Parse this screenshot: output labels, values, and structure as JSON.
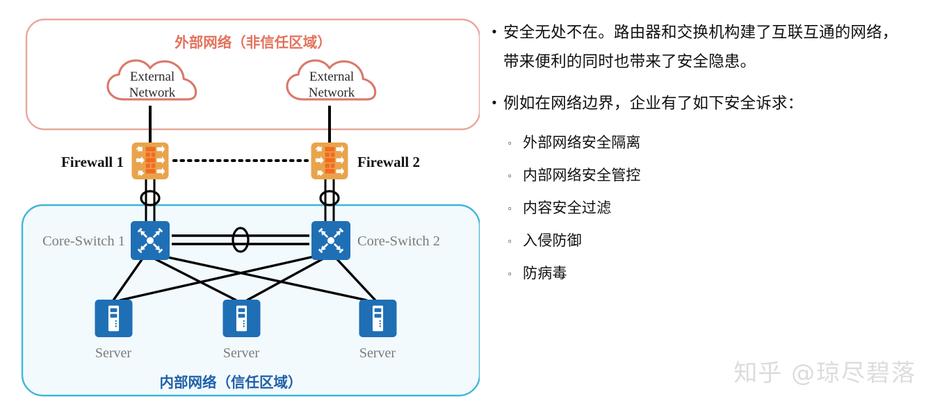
{
  "diagram": {
    "external_zone": {
      "title": "外部网络（非信任区域）",
      "border_color": "#e8a79c",
      "title_color": "#e2725b",
      "fill_color": "#ffffff"
    },
    "internal_zone": {
      "title": "内部网络（信任区域）",
      "border_color": "#3fb6d8",
      "title_color": "#1f5fa8",
      "fill_color": "#f2fafd"
    },
    "clouds": [
      {
        "line1": "External",
        "line2": "Network",
        "color": "#d9796b"
      },
      {
        "line1": "External",
        "line2": "Network",
        "color": "#d9796b"
      }
    ],
    "firewalls": [
      {
        "label": "Firewall 1",
        "color": "#e8a44c",
        "brick_color": "#f26a21"
      },
      {
        "label": "Firewall 2",
        "color": "#e8a44c",
        "brick_color": "#f26a21"
      }
    ],
    "switches": [
      {
        "label": "Core-Switch 1",
        "color": "#1f6fb5"
      },
      {
        "label": "Core-Switch 2",
        "color": "#1f6fb5"
      }
    ],
    "servers": [
      {
        "label": "Server",
        "color": "#1f6fb5"
      },
      {
        "label": "Server",
        "color": "#1f6fb5"
      },
      {
        "label": "Server",
        "color": "#1f6fb5"
      }
    ],
    "device_label_color": "#7b7b7b",
    "firewall_label_color": "#111111",
    "link_color": "#000000"
  },
  "panel": {
    "bullets": [
      {
        "marker": "•",
        "text": "安全无处不在。路由器和交换机构建了互联互通的网络，带来便利的同时也带来了安全隐患。"
      },
      {
        "marker": "•",
        "text": "例如在网络边界，企业有了如下安全诉求："
      }
    ],
    "sub_bullets": [
      {
        "marker": "▫",
        "text": "外部网络安全隔离"
      },
      {
        "marker": "▫",
        "text": "内部网络安全管控"
      },
      {
        "marker": "▫",
        "text": "内容安全过滤"
      },
      {
        "marker": "▫",
        "text": "入侵防御"
      },
      {
        "marker": "▫",
        "text": "防病毒"
      }
    ]
  },
  "watermark": {
    "logo": "知乎",
    "handle": "@琼尽碧落",
    "color": "#dcdcdc"
  }
}
